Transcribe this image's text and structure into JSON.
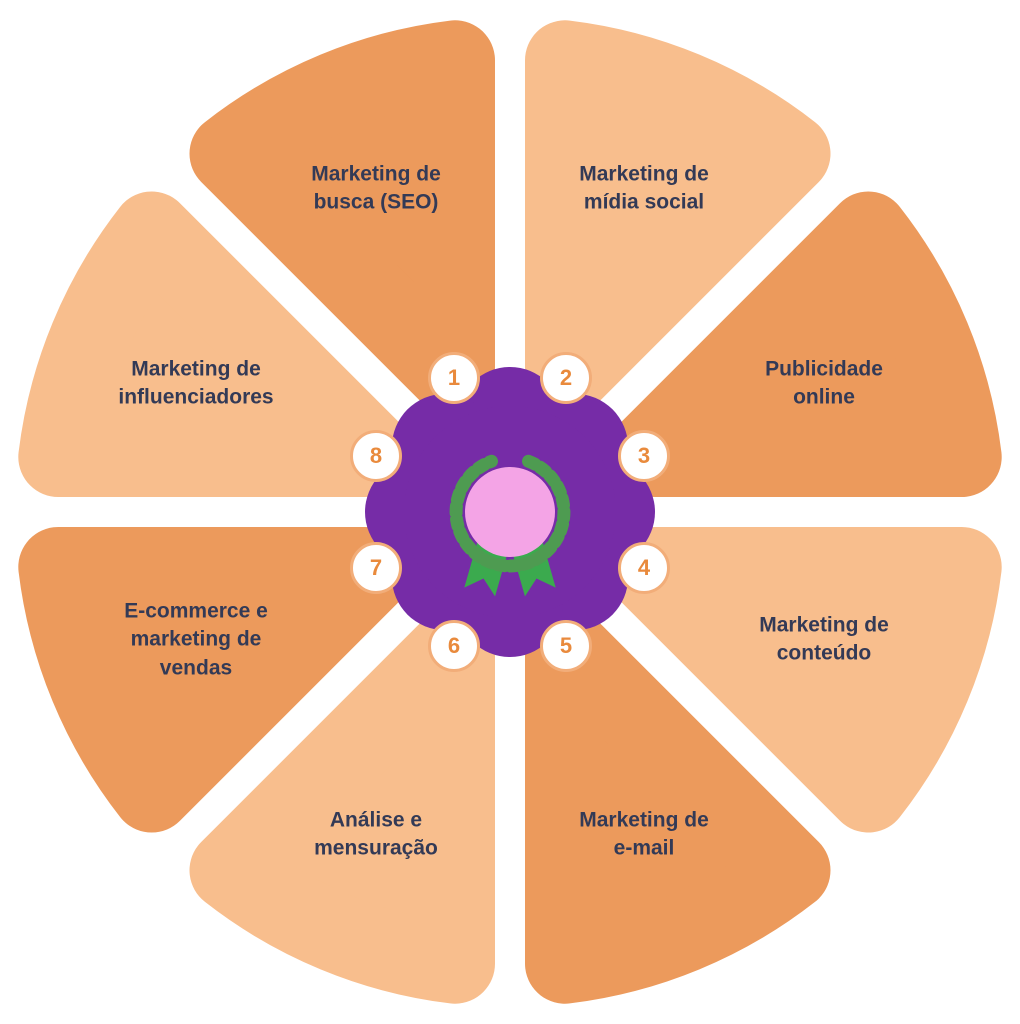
{
  "diagram": {
    "type": "radial-wheel-infographic",
    "segment_count": 8,
    "center_icon": "laurel-award-badge-icon"
  },
  "items": [
    {
      "number": "1",
      "label": "Marketing de\nbusca (SEO)",
      "shade": "dark"
    },
    {
      "number": "2",
      "label": "Marketing de\nmídia social",
      "shade": "light"
    },
    {
      "number": "3",
      "label": "Publicidade\nonline",
      "shade": "dark"
    },
    {
      "number": "4",
      "label": "Marketing de\nconteúdo",
      "shade": "light"
    },
    {
      "number": "5",
      "label": "Marketing de\ne-mail",
      "shade": "dark"
    },
    {
      "number": "6",
      "label": "Análise e\nmensuração",
      "shade": "light"
    },
    {
      "number": "7",
      "label": "E-commerce e\nmarketing de\nvendas",
      "shade": "dark"
    },
    {
      "number": "8",
      "label": "Marketing de\ninfluenciadores",
      "shade": "light"
    }
  ],
  "colors": {
    "segment_dark": "#EC9A5C",
    "segment_light": "#F8BE8D",
    "center_flower": "#762CA7",
    "badge_pink": "#F4A4E6",
    "wreath_green": "#4E9B51",
    "ribbon_green": "#3BAA4E",
    "number_text": "#E98A3C",
    "number_ring": "#F2AD79",
    "label_text": "#333A56",
    "background": "#FFFFFF"
  }
}
